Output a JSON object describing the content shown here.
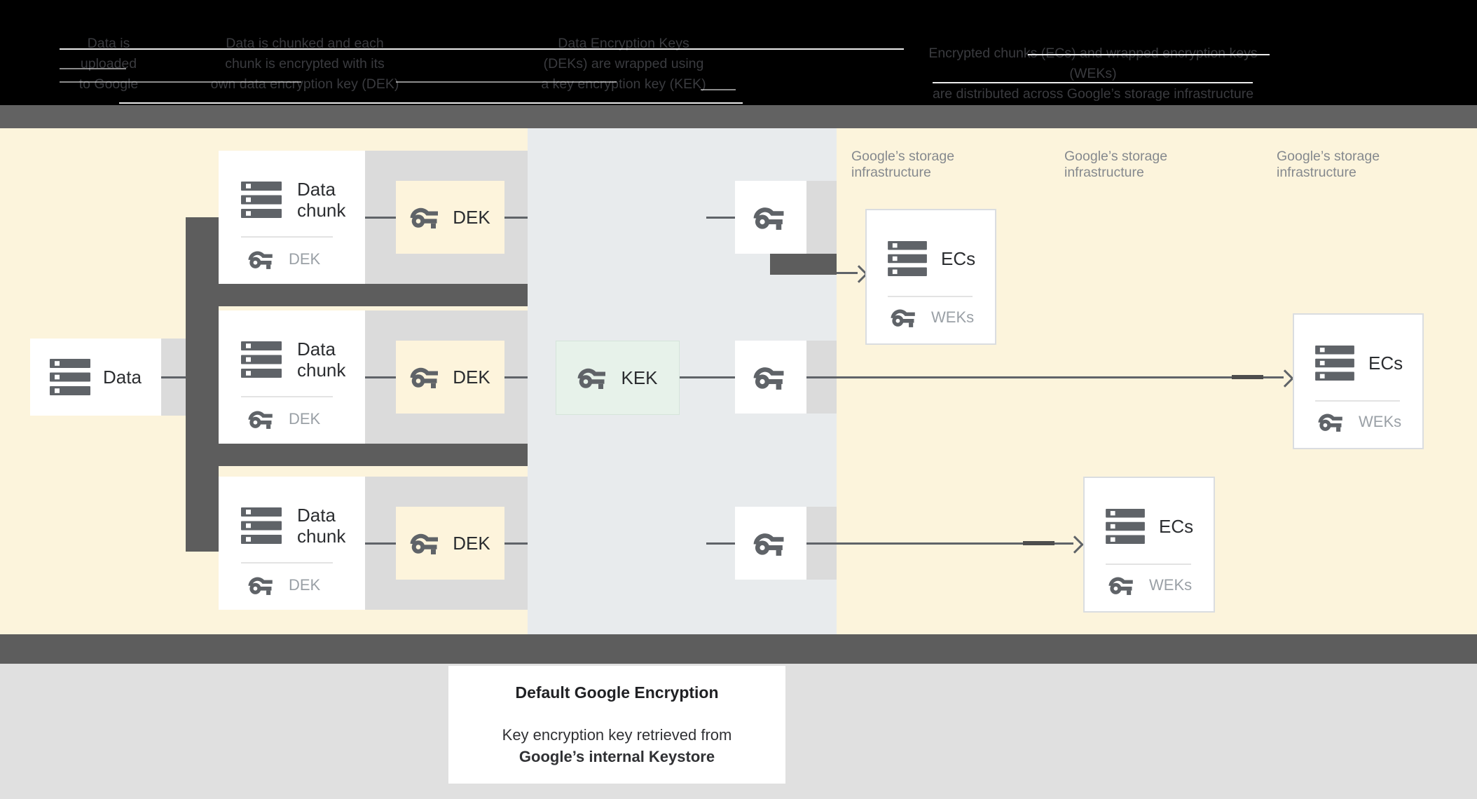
{
  "header": {
    "steps": [
      {
        "lines": [
          "Data is",
          "uploaded",
          "to Google"
        ]
      },
      {
        "lines": [
          "Data is chunked and each",
          "chunk is encrypted with its",
          "own data encryption key (DEK)"
        ]
      },
      {
        "lines": [
          "Data Encryption Keys",
          "(DEKs) are wrapped using",
          "a key encryption key (KEK)"
        ]
      },
      {
        "lines": [
          "Encrypted chunks (ECs) and wrapped encryption keys (WEKs)",
          "are distributed across Google’s storage infrastructure"
        ]
      }
    ]
  },
  "diagram": {
    "data_box": {
      "label": "Data"
    },
    "chunk_box": {
      "label": "Data chunk",
      "key_label": "DEK"
    },
    "dek_box": {
      "label": "DEK"
    },
    "kek_box": {
      "label": "KEK"
    },
    "ec_box": {
      "label": "ECs",
      "key_label": "WEKs"
    },
    "storage_labels": [
      "Google’s storage infrastructure",
      "Google’s storage infrastructure",
      "Google’s storage infrastructure"
    ]
  },
  "caption": {
    "title": "Default Google Encryption",
    "line1": "Key encryption key retrieved from",
    "line2": "Google’s internal Keystore"
  },
  "colors": {
    "header_bg": "#000000",
    "header_text": "#3a3b3f",
    "bar_dark": "#5d5d5d",
    "canvas_bg": "#fcf4dc",
    "kms_column_bg": "#e8ebed",
    "row_band": "#dbdbdb",
    "dek_box_bg": "#fdf4dc",
    "kek_box_bg": "#e7f2ea",
    "icon": "#5f6368",
    "muted_label": "#9aa0a6",
    "storage_label": "#85898e",
    "footer_bg": "#e0e0e0"
  }
}
